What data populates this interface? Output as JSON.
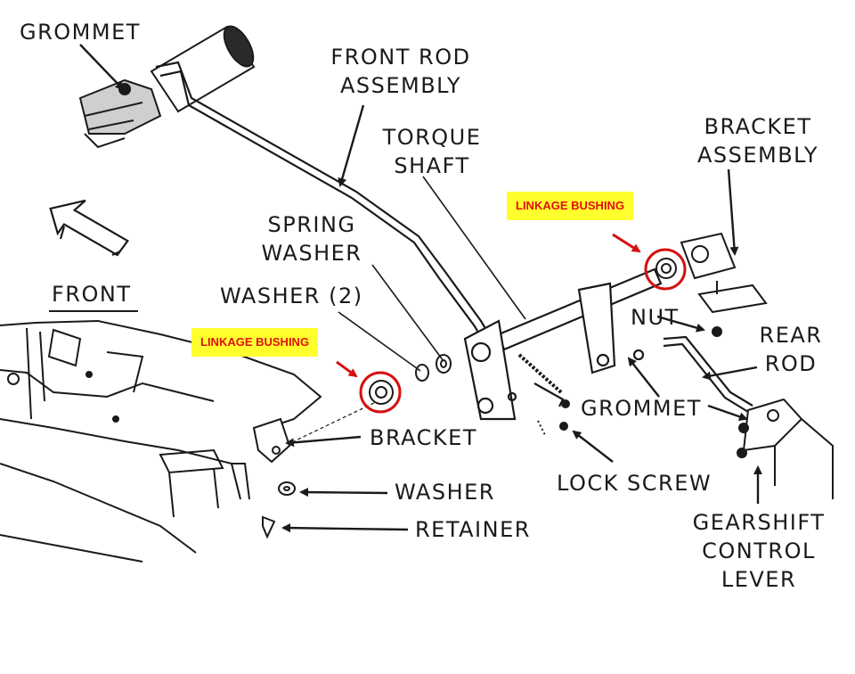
{
  "labels": {
    "grommet_top": "GROMMET",
    "front_rod_1": "FRONT ROD",
    "front_rod_2": "ASSEMBLY",
    "torque_1": "TORQUE",
    "torque_2": "SHAFT",
    "bracket_asm_1": "BRACKET",
    "bracket_asm_2": "ASSEMBLY",
    "spring_1": "SPRING",
    "spring_2": "WASHER",
    "washer2": "WASHER (2)",
    "front": "FRONT",
    "nut": "NUT",
    "rear_rod_1": "REAR",
    "rear_rod_2": "ROD",
    "grommet_mid": "GROMMET",
    "bracket": "BRACKET",
    "washer": "WASHER",
    "retainer": "RETAINER",
    "lock_screw": "LOCK SCREW",
    "gearshift_1": "GEARSHIFT",
    "gearshift_2": "CONTROL",
    "gearshift_3": "LEVER"
  },
  "highlights": {
    "linkage_bushing_right": "LINKAGE BUSHING",
    "linkage_bushing_left": "LINKAGE BUSHING"
  },
  "colors": {
    "ink": "#1a1a1a",
    "highlight_bg": "#ffff2e",
    "highlight_text": "#e01010",
    "circle": "#d41010"
  }
}
